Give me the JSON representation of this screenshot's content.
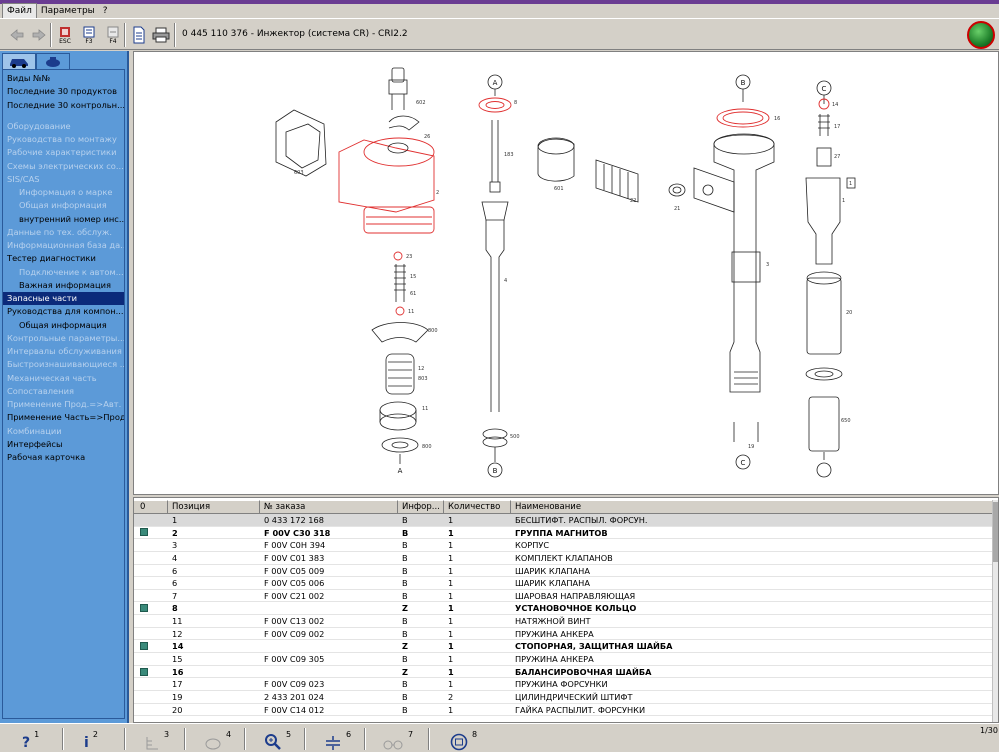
{
  "menu": [
    "Файл",
    "Параметры",
    "?"
  ],
  "toolbar": {
    "title": "0 445 110 376 - Инжектор (система CR) - CRI2.2",
    "esc_label": "ESC",
    "f3_label": "F3",
    "f4_label": "F4"
  },
  "sidebar": {
    "items": [
      {
        "label": "Виды №№",
        "state": "normal",
        "indent": false
      },
      {
        "label": "Последние 30 продуктов",
        "state": "normal",
        "indent": false
      },
      {
        "label": "Последние 30 контрольн...",
        "state": "normal",
        "indent": false
      },
      {
        "label": "Оборудование",
        "state": "disabled",
        "indent": false
      },
      {
        "label": "Руководства по монтажу",
        "state": "disabled",
        "indent": false
      },
      {
        "label": "Рабочие характеристики",
        "state": "disabled",
        "indent": false
      },
      {
        "label": "Схемы электрических со...",
        "state": "disabled",
        "indent": false
      },
      {
        "label": "SIS/CAS",
        "state": "disabled",
        "indent": false
      },
      {
        "label": "Информация о марке",
        "state": "disabled",
        "indent": true
      },
      {
        "label": "Общая информация",
        "state": "disabled",
        "indent": true
      },
      {
        "label": "внутренний номер инс...",
        "state": "normal",
        "indent": true
      },
      {
        "label": "Данные по тех. обслуж.",
        "state": "disabled",
        "indent": false
      },
      {
        "label": "Информационная база да...",
        "state": "disabled",
        "indent": false
      },
      {
        "label": "Тестер диагностики",
        "state": "normal",
        "indent": false
      },
      {
        "label": "Подключение к автом...",
        "state": "disabled",
        "indent": true
      },
      {
        "label": "Важная информация",
        "state": "normal",
        "indent": true
      },
      {
        "label": "Запасные части",
        "state": "selected",
        "indent": false
      },
      {
        "label": "Руководства для компон...",
        "state": "normal",
        "indent": false
      },
      {
        "label": "Общая информация",
        "state": "normal",
        "indent": true
      },
      {
        "label": "Контрольные параметры...",
        "state": "disabled",
        "indent": false
      },
      {
        "label": "Интервалы обслуживания",
        "state": "disabled",
        "indent": false
      },
      {
        "label": "Быстроизнашивающиеся ...",
        "state": "disabled",
        "indent": false
      },
      {
        "label": "Механическая часть",
        "state": "disabled",
        "indent": false
      },
      {
        "label": "Сопоставления",
        "state": "disabled",
        "indent": false
      },
      {
        "label": "Применение Прод.=>Авт.",
        "state": "disabled",
        "indent": false
      },
      {
        "label": "Применение Часть=>Прод.",
        "state": "normal",
        "indent": false
      },
      {
        "label": "Комбинации",
        "state": "disabled",
        "indent": false
      },
      {
        "label": "Интерфейсы",
        "state": "normal",
        "indent": false
      },
      {
        "label": "Рабочая карточка",
        "state": "normal",
        "indent": false
      }
    ]
  },
  "diagram": {
    "callouts": [
      "A",
      "B",
      "C",
      "A",
      "B",
      "C"
    ],
    "part_numbers": [
      "602",
      "26",
      "603",
      "2",
      "23",
      "15",
      "61",
      "11",
      "800",
      "12",
      "803",
      "11",
      "800",
      "8",
      "183",
      "4",
      "500",
      "601",
      "22",
      "21",
      "16",
      "3",
      "19",
      "17",
      "27",
      "1",
      "20",
      "650",
      "14"
    ],
    "boxed_label": "1"
  },
  "grid": {
    "columns": [
      "0",
      "Позиция",
      "№ заказа",
      "Инфор...",
      "Количество",
      "Наименование"
    ],
    "rows": [
      {
        "pos": "1",
        "order": "0 433 172 168",
        "info": "B",
        "qty": "1",
        "name": "БЕСШТИФТ. РАСПЫЛ. ФОРСУН.",
        "bold": false,
        "mark": false,
        "selected": true
      },
      {
        "pos": "2",
        "order": "F 00V C30 318",
        "info": "B",
        "qty": "1",
        "name": "ГРУППА МАГНИТОВ",
        "bold": true,
        "mark": true,
        "selected": false
      },
      {
        "pos": "3",
        "order": "F 00V C0H 394",
        "info": "B",
        "qty": "1",
        "name": "КОРПУС",
        "bold": false,
        "mark": false,
        "selected": false
      },
      {
        "pos": "4",
        "order": "F 00V C01 383",
        "info": "B",
        "qty": "1",
        "name": "КОМПЛЕКТ КЛАПАНОВ",
        "bold": false,
        "mark": false,
        "selected": false
      },
      {
        "pos": "6",
        "order": "F 00V C05 009",
        "info": "B",
        "qty": "1",
        "name": "ШАРИК КЛАПАНА",
        "bold": false,
        "mark": false,
        "selected": false
      },
      {
        "pos": "6",
        "order": "F 00V C05 006",
        "info": "B",
        "qty": "1",
        "name": "ШАРИК КЛАПАНА",
        "bold": false,
        "mark": false,
        "selected": false
      },
      {
        "pos": "7",
        "order": "F 00V C21 002",
        "info": "B",
        "qty": "1",
        "name": "ШАРОВАЯ НАПРАВЛЯЮЩАЯ",
        "bold": false,
        "mark": false,
        "selected": false
      },
      {
        "pos": "8",
        "order": "",
        "info": "Z",
        "qty": "1",
        "name": "УСТАНОВОЧНОЕ КОЛЬЦО",
        "bold": true,
        "mark": true,
        "selected": false
      },
      {
        "pos": "11",
        "order": "F 00V C13 002",
        "info": "B",
        "qty": "1",
        "name": "НАТЯЖНОЙ ВИНТ",
        "bold": false,
        "mark": false,
        "selected": false
      },
      {
        "pos": "12",
        "order": "F 00V C09 002",
        "info": "B",
        "qty": "1",
        "name": "ПРУЖИНА АНКЕРА",
        "bold": false,
        "mark": false,
        "selected": false
      },
      {
        "pos": "14",
        "order": "",
        "info": "Z",
        "qty": "1",
        "name": "СТОПОРНАЯ, ЗАЩИТНАЯ ШАЙБА",
        "bold": true,
        "mark": true,
        "selected": false
      },
      {
        "pos": "15",
        "order": "F 00V C09 305",
        "info": "B",
        "qty": "1",
        "name": "ПРУЖИНА АНКЕРА",
        "bold": false,
        "mark": false,
        "selected": false
      },
      {
        "pos": "16",
        "order": "",
        "info": "Z",
        "qty": "1",
        "name": "БАЛАНСИРОВОЧНАЯ ШАЙБА",
        "bold": true,
        "mark": true,
        "selected": false
      },
      {
        "pos": "17",
        "order": "F 00V C09 023",
        "info": "B",
        "qty": "1",
        "name": "ПРУЖИНА ФОРСУНКИ",
        "bold": false,
        "mark": false,
        "selected": false
      },
      {
        "pos": "19",
        "order": "2 433 201 024",
        "info": "B",
        "qty": "2",
        "name": "ЦИЛИНДРИЧЕСКИЙ ШТИФТ",
        "bold": false,
        "mark": false,
        "selected": false
      },
      {
        "pos": "20",
        "order": "F 00V C14 012",
        "info": "B",
        "qty": "1",
        "name": "ГАЙКА РАСПЫЛИТ. ФОРСУНКИ",
        "bold": false,
        "mark": false,
        "selected": false
      }
    ]
  },
  "statusbar": {
    "help_key": "1",
    "info_key": "2",
    "k3": "3",
    "k4": "4",
    "k5": "5",
    "k6": "6",
    "k7": "7",
    "k8": "8",
    "page": "1/30"
  },
  "colors": {
    "sidebar_bg": "#5c9ad8",
    "selected_bg": "#0b2a7a",
    "callout_red": "#e03030",
    "mark": "#3a8a7a"
  }
}
